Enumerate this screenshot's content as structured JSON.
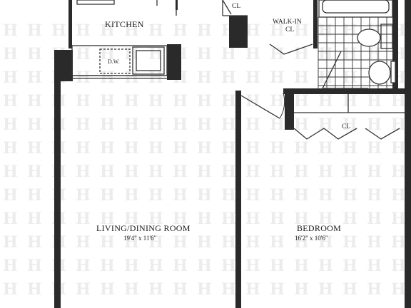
{
  "plan": {
    "watermark_glyph": "H",
    "colors": {
      "wall": "#2a2a2a",
      "line": "#333333",
      "watermark": "#ececec",
      "fill_dark": "#3a3a3a"
    },
    "rooms": {
      "kitchen": {
        "name": "KITCHEN"
      },
      "living": {
        "name": "LIVING/DINING ROOM",
        "dims": "19'4\" x 11'6\""
      },
      "bedroom": {
        "name": "BEDROOM",
        "dims": "16'2\" x 10'6\""
      },
      "walkin": {
        "name_line1": "WALK-IN",
        "name_line2": "CL"
      }
    },
    "fixtures": {
      "dishwasher": "D.W.",
      "closet_top": "CL",
      "bedroom_closet": "CL"
    }
  }
}
